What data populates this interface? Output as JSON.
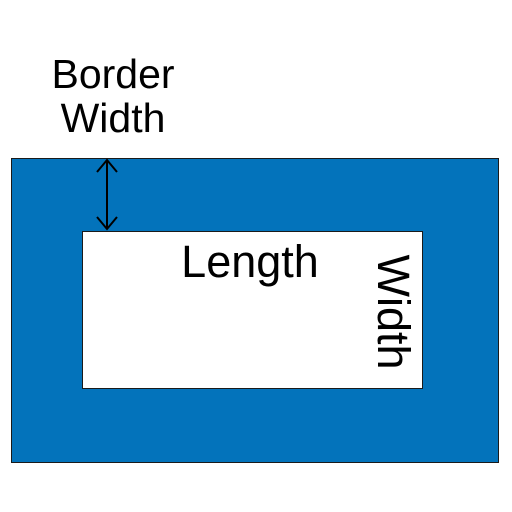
{
  "colors": {
    "frame_fill": "#0373bb",
    "inner_fill": "#ffffff",
    "outline": "#1a1a1a",
    "text": "#000000"
  },
  "labels": {
    "border_width_line1": "Border",
    "border_width_line2": "Width",
    "length": "Length",
    "width": "Width"
  },
  "icons": {
    "dimension_arrow": "double-headed-vertical-arrow"
  }
}
